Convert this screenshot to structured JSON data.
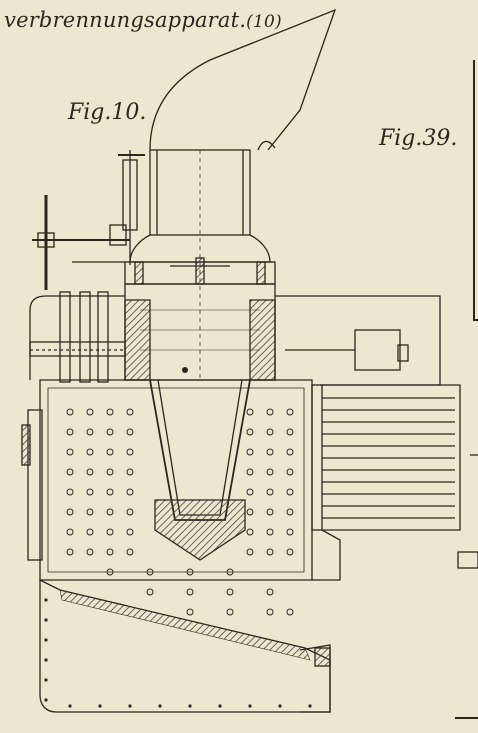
{
  "header": {
    "title": "verbrennungsapparat.",
    "title_number": "(10)"
  },
  "figures": {
    "fig10_label": "Fig.10.",
    "fig39_label": "Fig.39."
  },
  "colors": {
    "paper": "#efe6cf",
    "ink": "#2b2620",
    "hatch": "#4a4238"
  }
}
